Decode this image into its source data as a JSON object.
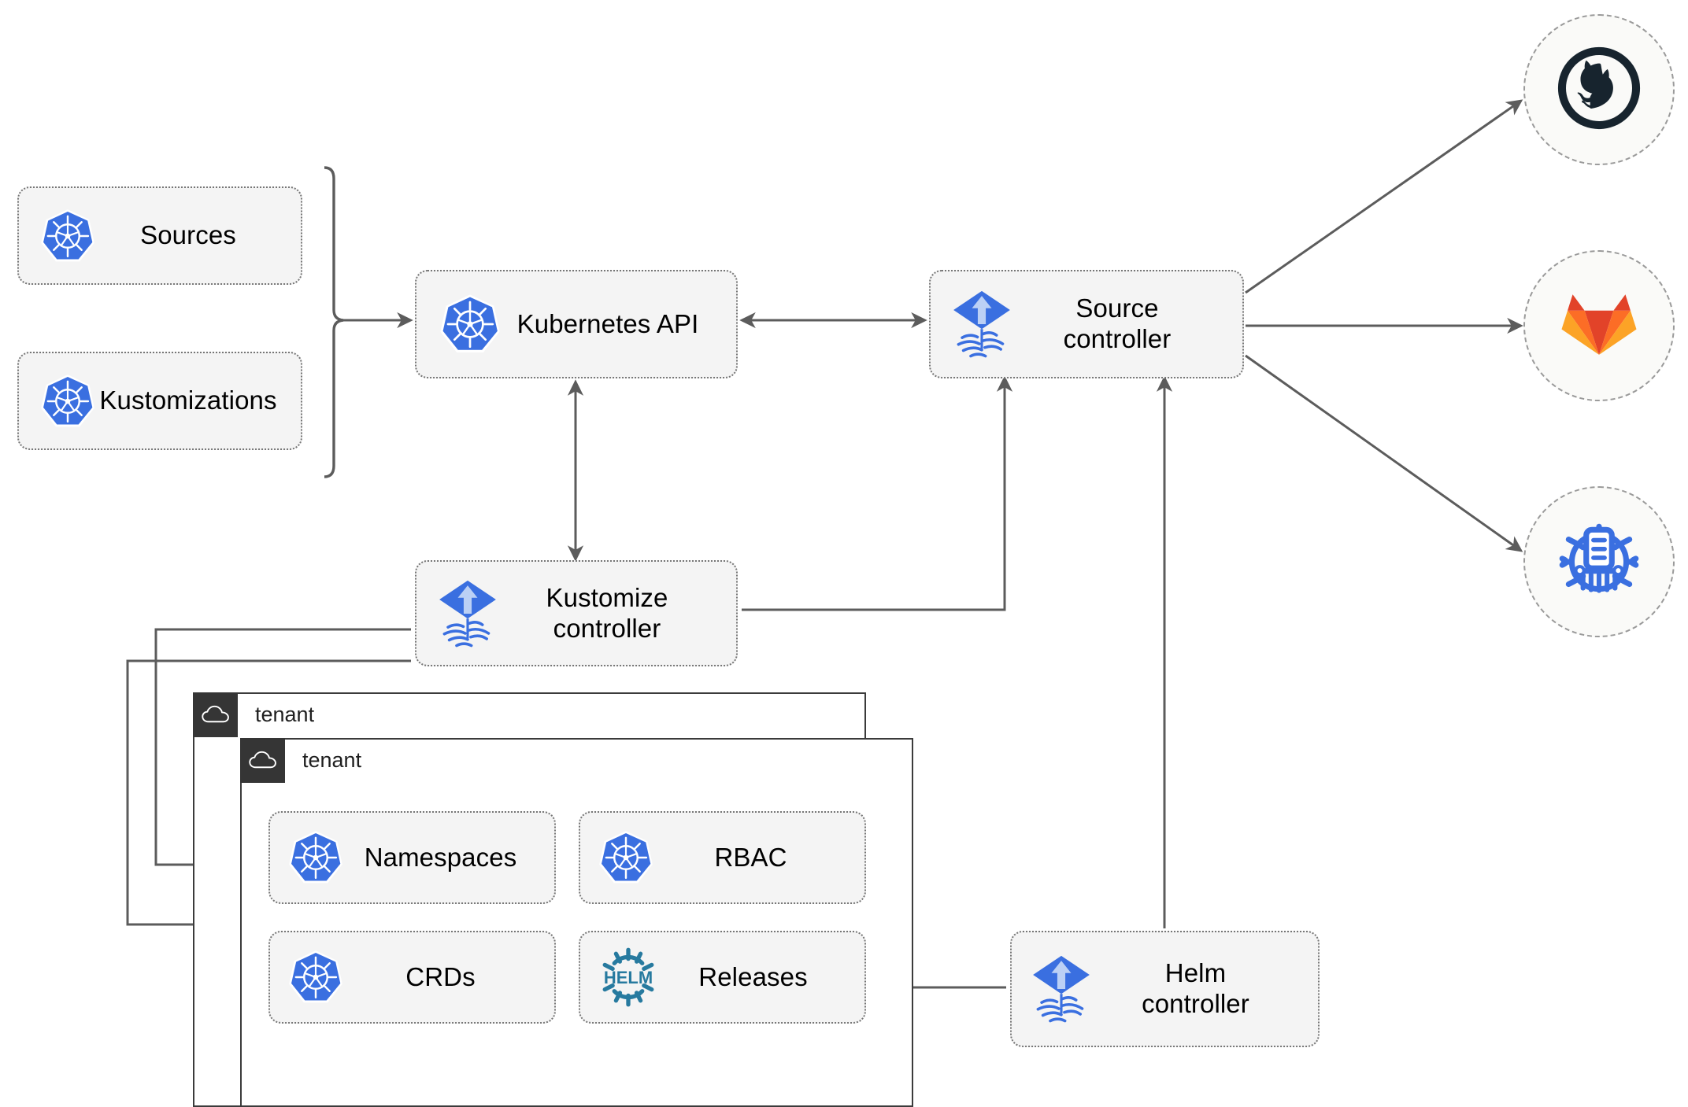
{
  "diagram": {
    "title": "Flux GitOps multi-tenancy architecture",
    "type": "architecture-flow"
  },
  "nodes": {
    "sources": {
      "label": "Sources",
      "icon": "kubernetes-icon"
    },
    "kustomizations": {
      "label": "Kustomizations",
      "icon": "kubernetes-icon"
    },
    "kubernetes_api": {
      "label": "Kubernetes API",
      "icon": "kubernetes-icon"
    },
    "source_ctrl": {
      "label": "Source\ncontroller",
      "icon": "flux-icon"
    },
    "kustomize_ctrl": {
      "label": "Kustomize\ncontroller",
      "icon": "flux-icon"
    },
    "helm_ctrl": {
      "label": "Helm\ncontroller",
      "icon": "flux-icon"
    },
    "namespaces": {
      "label": "Namespaces",
      "icon": "kubernetes-icon"
    },
    "rbac": {
      "label": "RBAC",
      "icon": "kubernetes-icon"
    },
    "crds": {
      "label": "CRDs",
      "icon": "kubernetes-icon"
    },
    "releases": {
      "label": "Releases",
      "icon": "helm-icon"
    }
  },
  "tenants": [
    {
      "label": "tenant",
      "icon": "cloud-icon"
    },
    {
      "label": "tenant",
      "icon": "cloud-icon"
    }
  ],
  "providers": [
    {
      "name": "github",
      "icon": "github-icon"
    },
    {
      "name": "gitlab",
      "icon": "gitlab-icon"
    },
    {
      "name": "helm-charts",
      "icon": "helm-repository-icon"
    }
  ],
  "colors": {
    "kubernetes_blue": "#3A6FE0",
    "flux_blue": "#326CE5",
    "helm_teal": "#277A9F",
    "github_navy": "#17242E",
    "gitlab_orange": "#E24329",
    "gitlab_light_orange": "#FCA326",
    "node_fill": "#F4F4F4",
    "node_border": "#767676",
    "wire": "#5C5C5C",
    "tenant_bar": "#353535"
  }
}
